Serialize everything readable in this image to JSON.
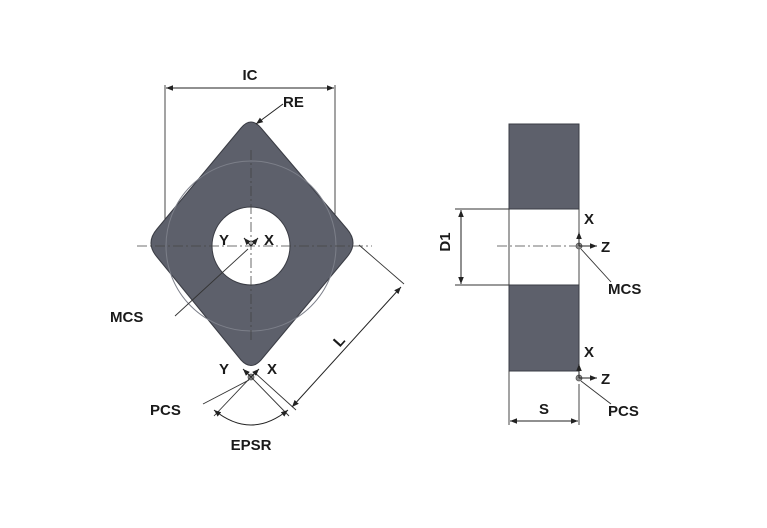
{
  "colors": {
    "insert_fill": "#5d606b",
    "insert_stroke": "#3a3c44",
    "line": "#222222",
    "background": "#ffffff"
  },
  "labels": {
    "ic": "IC",
    "re": "RE",
    "l": "L",
    "epsr": "EPSR",
    "d1": "D1",
    "s": "S",
    "mcs": "MCS",
    "pcs": "PCS",
    "x": "X",
    "y": "Y",
    "z": "Z"
  }
}
